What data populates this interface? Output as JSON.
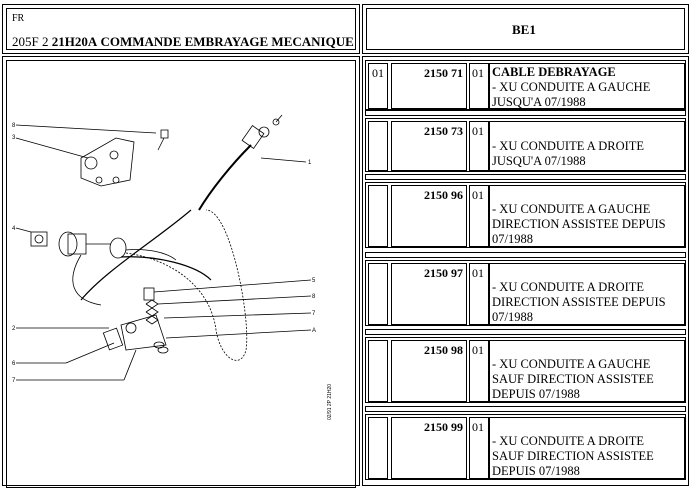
{
  "header": {
    "lang": "FR",
    "model": "205F 2",
    "code": "21H20A",
    "title": "COMMANDE EMBRAYAGE MECANIQUE",
    "variant": "BE1"
  },
  "diagram": {
    "labels": {
      "l8": "8",
      "l3": "3",
      "l1": "1",
      "l4": "4",
      "l5": "5",
      "l8b": "8",
      "l7": "7",
      "lA": "A",
      "l2": "2",
      "l6": "6",
      "l7b": "7"
    },
    "ref_code": "02/91 2P 21H20"
  },
  "rows": [
    {
      "qty": "01",
      "ref": "2150 71",
      "qty2": "01",
      "main": "CABLE DEBRAYAGE",
      "lines": [
        "- XU CONDUITE A GAUCHE",
        "JUSQU'A 07/1988"
      ]
    },
    {
      "qty": "",
      "ref": "2150 73",
      "qty2": "01",
      "main": "",
      "lines": [
        "- XU CONDUITE A DROITE",
        "JUSQU'A 07/1988"
      ]
    },
    {
      "qty": "",
      "ref": "2150 96",
      "qty2": "01",
      "main": "",
      "lines": [
        "- XU CONDUITE A GAUCHE",
        "DIRECTION ASSISTEE DEPUIS",
        "07/1988"
      ]
    },
    {
      "qty": "",
      "ref": "2150 97",
      "qty2": "01",
      "main": "",
      "lines": [
        "- XU CONDUITE A DROITE",
        "DIRECTION ASSISTEE DEPUIS",
        "07/1988"
      ]
    },
    {
      "qty": "",
      "ref": "2150 98",
      "qty2": "01",
      "main": "",
      "lines": [
        "- XU CONDUITE A GAUCHE",
        "SAUF DIRECTION ASSISTEE",
        "DEPUIS 07/1988"
      ]
    },
    {
      "qty": "",
      "ref": "2150 99",
      "qty2": "01",
      "main": "",
      "lines": [
        "- XU CONDUITE A DROITE",
        "SAUF DIRECTION ASSISTEE",
        "DEPUIS 07/1988"
      ]
    }
  ]
}
